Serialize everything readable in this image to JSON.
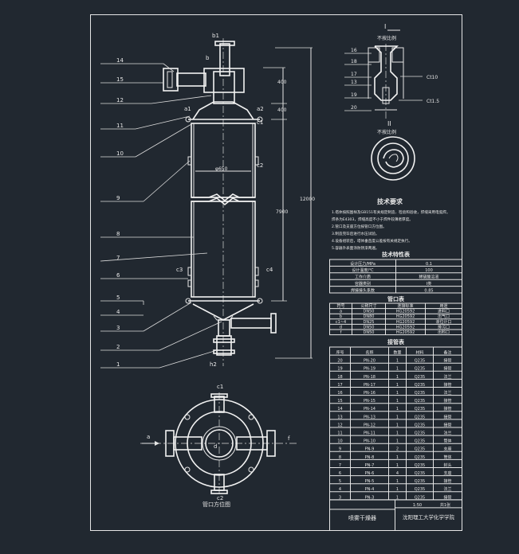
{
  "balloons": [
    "14",
    "15",
    "12",
    "11",
    "10",
    "9",
    "8",
    "7",
    "6",
    "5",
    "4",
    "3",
    "2",
    "1"
  ],
  "nozzles": {
    "b1": "b1",
    "b": "b",
    "a1": "a1",
    "a2": "a2",
    "c1": "c1",
    "c2": "c2",
    "c3": "c3",
    "c4": "c4",
    "h2": "h2",
    "a": "a",
    "d": "d",
    "f": "f"
  },
  "dims": {
    "d400a": "400",
    "d400b": "400",
    "diam": "φ650",
    "d7900": "7900",
    "d12000": "12000"
  },
  "detail1": {
    "roman": "I",
    "caption": "不按比例",
    "callouts": [
      "16",
      "18",
      "17",
      "13",
      "19",
      "20"
    ],
    "r1": "Ct10",
    "r2": "Ct1.5"
  },
  "detail2": {
    "roman": "II",
    "caption": "不按比例"
  },
  "views": {
    "nozzle_caption": "管口方位图"
  },
  "tech": {
    "title": "技术要求",
    "lines": [
      "1.塔体按照图样及GB151有关规定制造、检验和验收，焊缝采用电弧焊。",
      "   焊条为E4303，焊缝高度不小于焊件较薄者厚度。",
      "2.管口及支座方位按管口方位图。",
      "3.制造完毕后进行水压试验。",
      "4.设备组装后，塔体垂直度公差按有关规定执行。",
      "5.容器外表面涂防锈漆两遍。"
    ]
  },
  "spec": {
    "title": "技术特性表",
    "rows": [
      [
        "设计压力/MPa",
        "0.1"
      ],
      [
        "设计温度/℃",
        "100"
      ],
      [
        "工作介质",
        "稀硫酸溶液"
      ],
      [
        "容器类别",
        "I类"
      ],
      [
        "焊接接头系数",
        "0.85"
      ]
    ]
  },
  "nozzle_table": {
    "title": "管口表",
    "head": [
      "符号",
      "公称尺寸",
      "连接标准",
      "用途"
    ],
    "rows": [
      [
        "a",
        "DN50",
        "HG20592",
        "进料口"
      ],
      [
        "b",
        "DN80",
        "HG20592",
        "出气口"
      ],
      [
        "c1~4",
        "DN25",
        "HG20592",
        "液位计口"
      ],
      [
        "d",
        "DN50",
        "HG20592",
        "排污口"
      ],
      [
        "f",
        "DN50",
        "HG20592",
        "出料口"
      ]
    ]
  },
  "parts": {
    "title": "接管表",
    "head": [
      "序号",
      "名称",
      "数量",
      "材料",
      "备注"
    ],
    "rows": [
      [
        "20",
        "PN-20",
        "1",
        "Q235",
        "接管"
      ],
      [
        "19",
        "PN-19",
        "1",
        "Q235",
        "接管"
      ],
      [
        "18",
        "PN-18",
        "1",
        "Q235",
        "法兰"
      ],
      [
        "17",
        "PN-17",
        "1",
        "Q235",
        "接管"
      ],
      [
        "16",
        "PN-16",
        "1",
        "Q235",
        "法兰"
      ],
      [
        "15",
        "PN-15",
        "1",
        "Q235",
        "接管"
      ],
      [
        "14",
        "PN-14",
        "1",
        "Q235",
        "接管"
      ],
      [
        "13",
        "PN-13",
        "1",
        "Q235",
        "接管"
      ],
      [
        "12",
        "PN-12",
        "1",
        "Q235",
        "接管"
      ],
      [
        "11",
        "PN-11",
        "1",
        "Q235",
        "法兰"
      ],
      [
        "10",
        "PN-10",
        "1",
        "Q235",
        "筒体"
      ],
      [
        "9",
        "PN-9",
        "2",
        "Q235",
        "支座"
      ],
      [
        "8",
        "PN-8",
        "1",
        "Q235",
        "筒体"
      ],
      [
        "7",
        "PN-7",
        "1",
        "Q235",
        "封头"
      ],
      [
        "6",
        "PN-6",
        "4",
        "Q235",
        "支座"
      ],
      [
        "5",
        "PN-5",
        "1",
        "Q235",
        "接管"
      ],
      [
        "4",
        "PN-4",
        "1",
        "Q235",
        "法兰"
      ],
      [
        "3",
        "PN-3",
        "1",
        "Q235",
        "接管"
      ]
    ]
  },
  "title_block": {
    "name": "喷雾干燥器",
    "company": "沈阳理工大学化学学院",
    "scale": "1:50",
    "sheet": "共1张"
  }
}
